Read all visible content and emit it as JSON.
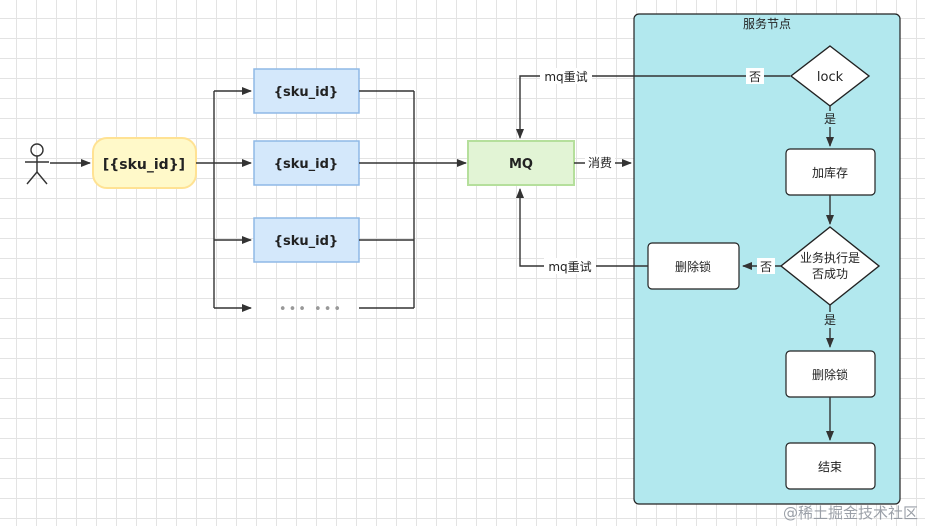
{
  "service_panel": {
    "title": "服务节点"
  },
  "actor": {
    "label": ""
  },
  "input_node": {
    "label": "[{sku_id}]"
  },
  "sku_nodes": [
    {
      "label": "{sku_id}"
    },
    {
      "label": "{sku_id}"
    },
    {
      "label": "{sku_id}"
    }
  ],
  "ellipsis": {
    "label": "••• •••"
  },
  "mq": {
    "label": "MQ"
  },
  "flow": {
    "consume_label": "消费",
    "retry_top_label": "mq重试",
    "retry_bottom_label": "mq重试",
    "lock": "lock",
    "lock_no": "否",
    "lock_yes": "是",
    "add_stock": "加库存",
    "decision_line1": "业务执行是",
    "decision_line2": "否成功",
    "decision_no": "否",
    "decision_yes": "是",
    "delete_lock_left": "删除锁",
    "delete_lock_right": "删除锁",
    "end": "结束"
  },
  "watermark": "@稀土掘金技术社区",
  "colors": {
    "panel_fill": "#b2e8ee",
    "sku_fill": "#d4e8fb",
    "sku_stroke": "#8fb9e6",
    "mq_fill": "#e2f4d5",
    "mq_stroke": "#b5df9c",
    "input_fill": "#fff9c9",
    "input_stroke": "#ffe293"
  }
}
